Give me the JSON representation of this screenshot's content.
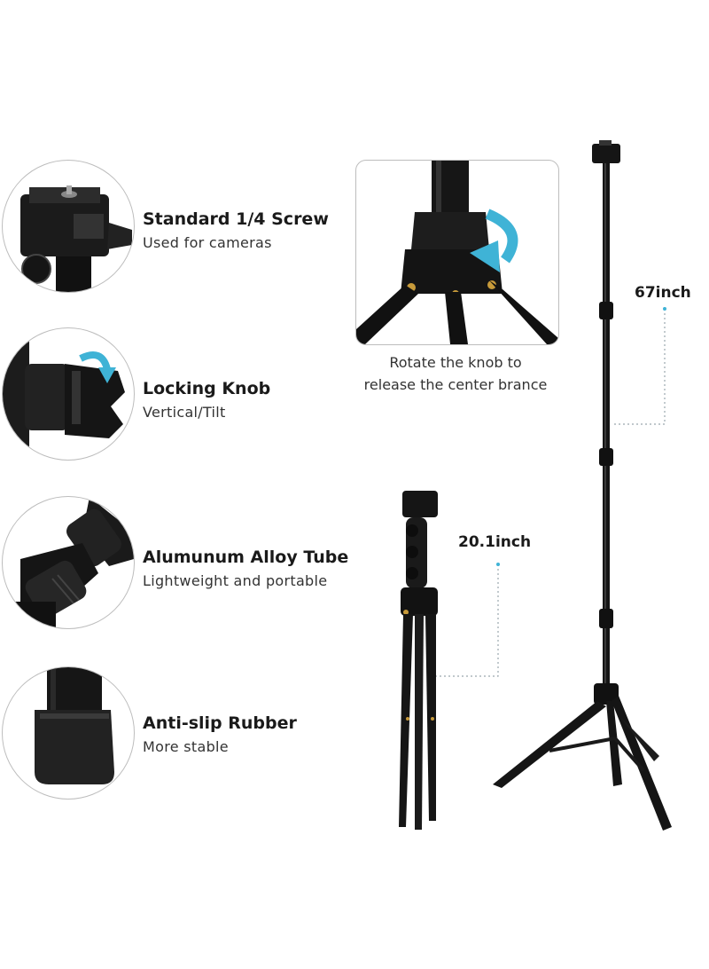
{
  "features": [
    {
      "title": "Standard 1/4 Screw",
      "subtitle": "Used for cameras"
    },
    {
      "title": "Locking Knob",
      "subtitle": "Vertical/Tilt"
    },
    {
      "title": "Alumunum Alloy Tube",
      "subtitle": "Lightweight and portable"
    },
    {
      "title": "Anti-slip Rubber",
      "subtitle": "More stable"
    }
  ],
  "inset": {
    "caption_line1": "Rotate the knob to",
    "caption_line2": "release the center brance"
  },
  "dimensions": {
    "extended_height": "67inch",
    "folded_height": "20.1inch"
  },
  "colors": {
    "product": "#111111",
    "accent_arrow": "#3fb3d6",
    "outline": "#bdbdbd",
    "brass": "#c79a3a"
  }
}
